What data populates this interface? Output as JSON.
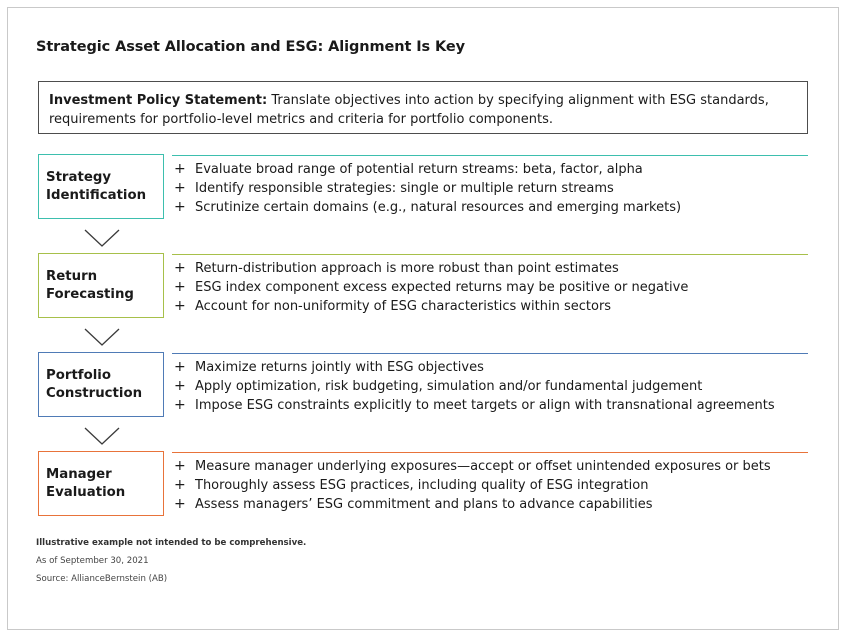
{
  "title": "Strategic Asset Allocation and ESG: Alignment Is Key",
  "policy": {
    "label": "Investment Policy Statement:",
    "text": " Translate objectives into action by specifying alignment with ESG standards, requirements for portfolio-level metrics and criteria for portfolio components."
  },
  "steps": [
    {
      "line1": "Strategy",
      "line2": "Identification",
      "color": "#3dbfae",
      "bullets": [
        "Evaluate broad range of potential return streams: beta, factor, alpha",
        "Identify responsible strategies: single or multiple return streams",
        "Scrutinize certain domains (e.g., natural resources and emerging markets)"
      ]
    },
    {
      "line1": "Return",
      "line2": "Forecasting",
      "color": "#a7c04a",
      "bullets": [
        "Return-distribution approach is more robust than point estimates",
        "ESG index component excess expected returns may be positive or negative",
        "Account for non-uniformity of ESG characteristics within sectors"
      ]
    },
    {
      "line1": "Portfolio",
      "line2": "Construction",
      "color": "#4f7bb6",
      "bullets": [
        "Maximize returns jointly with ESG objectives",
        "Apply optimization, risk budgeting, simulation and/or fundamental judgement",
        "Impose ESG constraints explicitly to meet targets or align with transnational agreements"
      ]
    },
    {
      "line1": "Manager",
      "line2": "Evaluation",
      "color": "#e8733a",
      "bullets": [
        "Measure manager underlying exposures—accept or offset unintended exposures or bets",
        "Thoroughly assess ESG practices, including quality of ESG integration",
        "Assess managers’ ESG commitment and plans to advance capabilities"
      ]
    }
  ],
  "plus_symbol": "+",
  "footnotes": {
    "disclaimer": "Illustrative example not intended to be comprehensive.",
    "date": "As of September 30, 2021",
    "source": "Source: AllianceBernstein (AB)"
  },
  "colors": {
    "chevron": "#3a3a3a",
    "policy_border": "#4d4d4d"
  }
}
